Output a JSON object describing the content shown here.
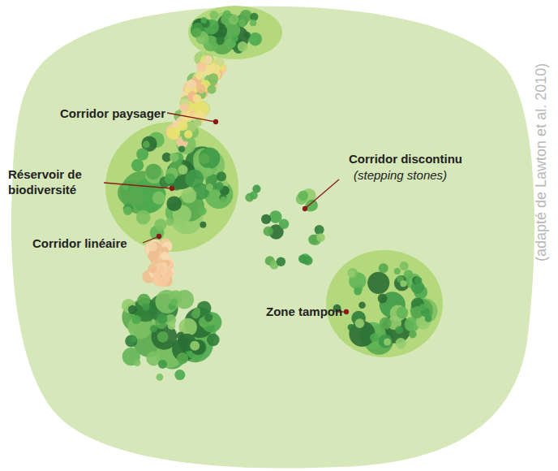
{
  "diagram": {
    "labels": [
      "Corridor paysager",
      "Réservoir de biodiversité",
      "Corridor discontinu",
      "(stepping stones)",
      "Corridor linéaire",
      "Zone tampon",
      "(adapté de Lawton et al. 2010)"
    ]
  }
}
